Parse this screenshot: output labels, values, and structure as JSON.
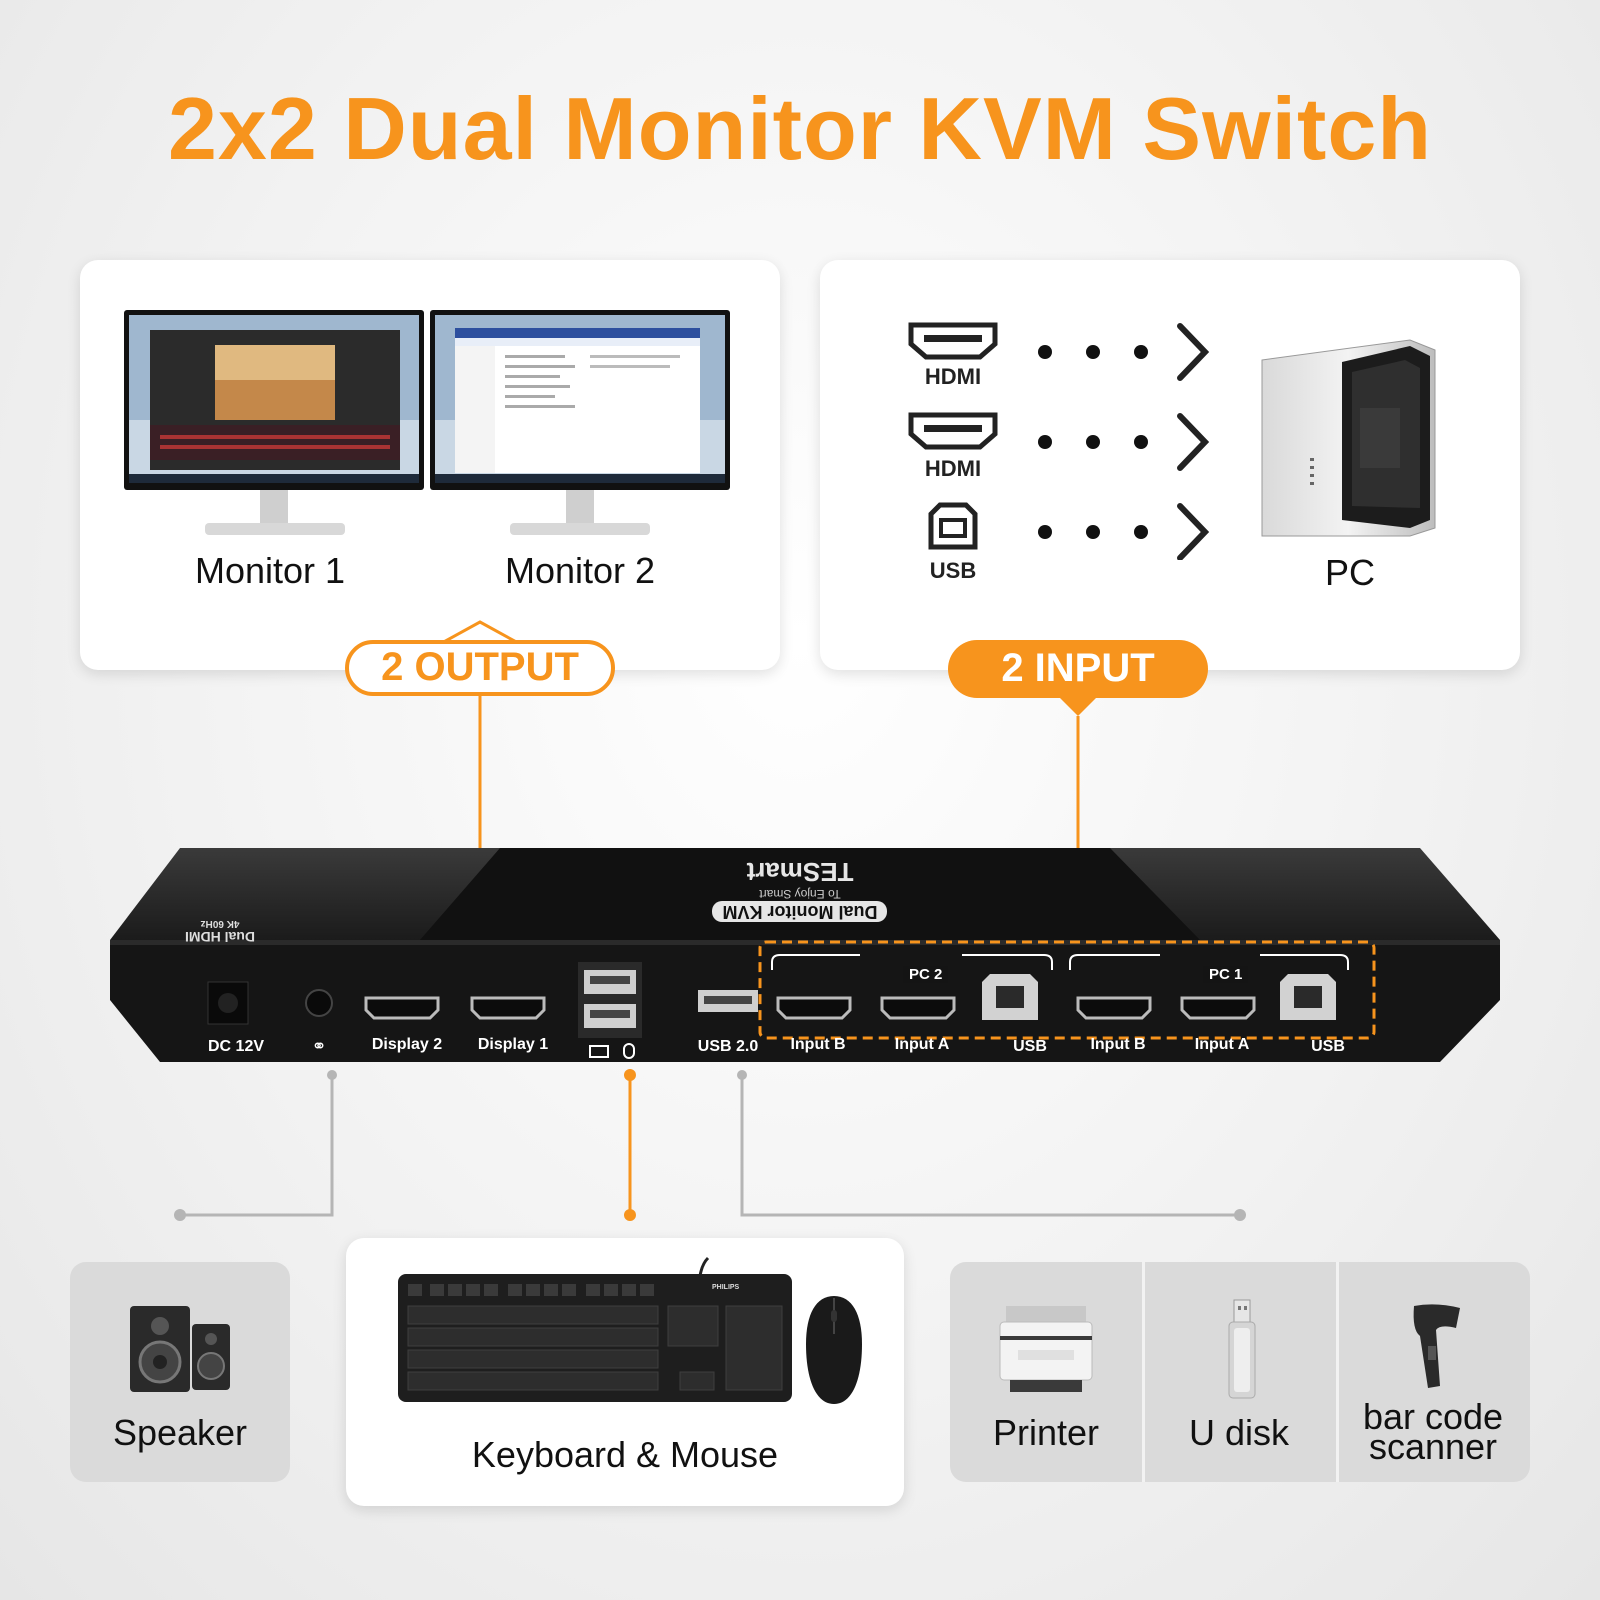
{
  "title": "2x2 Dual Monitor KVM Switch",
  "output_card": {
    "monitor1_label": "Monitor 1",
    "monitor2_label": "Monitor 2",
    "badge": "2 OUTPUT"
  },
  "input_card": {
    "rows": [
      "HDMI",
      "HDMI",
      "USB"
    ],
    "pc_label": "PC",
    "badge": "2 INPUT"
  },
  "device": {
    "brand": "TESmart",
    "lid_text": "Dual Monitor KVM",
    "tagline": "To Enjoy Smart",
    "side_text_1": "Dual HDMI",
    "side_text_2": "4K 60Hz",
    "ports": {
      "dc": "DC 12V",
      "display2": "Display 2",
      "display1": "Display 1",
      "usb20": "USB 2.0",
      "pc2": "PC 2",
      "pc1": "PC 1",
      "input_b": "Input B",
      "input_a": "Input A",
      "usb": "USB"
    }
  },
  "peripherals": {
    "speaker": "Speaker",
    "keyboard_mouse": "Keyboard & Mouse",
    "printer": "Printer",
    "udisk": "U disk",
    "scanner_line1": "bar code",
    "scanner_line2": "scanner",
    "keyboard_brand": "PHILIPS"
  },
  "colors": {
    "accent": "#f7941d",
    "device_body": "#1a1a1a",
    "connector_gray": "#b5b5b5"
  }
}
